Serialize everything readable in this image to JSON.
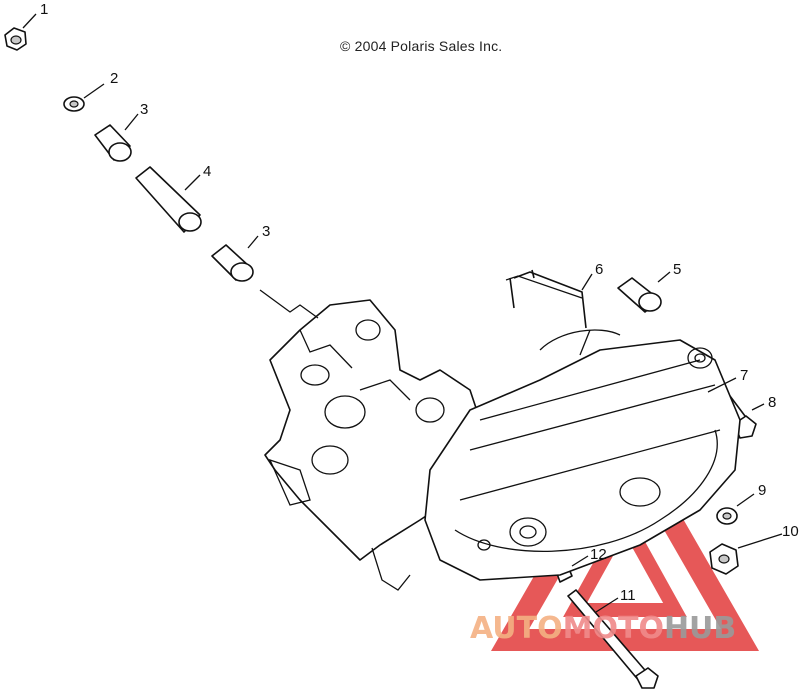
{
  "copyright": "© 2004 Polaris Sales Inc.",
  "callouts": [
    "1",
    "2",
    "3",
    "4",
    "3",
    "6",
    "5",
    "7",
    "8",
    "9",
    "10",
    "12",
    "11"
  ],
  "watermark": {
    "part1": "AUTO",
    "part2": "MOTO",
    "part3": "HUB",
    "colors": {
      "auto": "#f4b183",
      "moto": "#f08a8a",
      "hub": "#9a9a9a",
      "triangle": "#e23b3b"
    }
  }
}
